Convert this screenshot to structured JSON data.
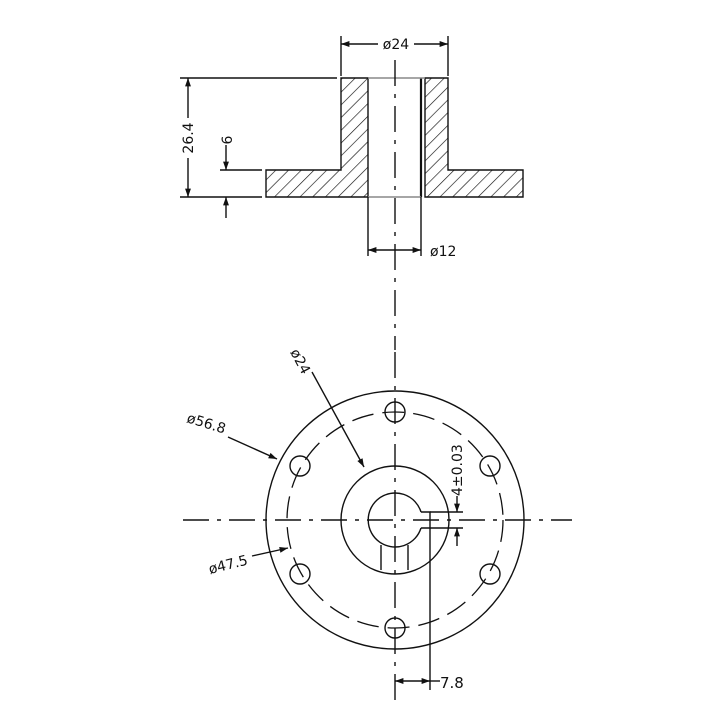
{
  "side_view": {
    "boss_diameter": "ø24",
    "total_height": "26.4",
    "flange_thickness": "6",
    "bore_diameter": "ø12"
  },
  "front_view": {
    "hub_diameter": "ø24",
    "outer_diameter": "ø56.8",
    "bolt_circle_diameter": "ø47.5",
    "keyway_width": "4±0.03",
    "keyway_depth": "7.8",
    "bolt_hole_count": 6
  }
}
